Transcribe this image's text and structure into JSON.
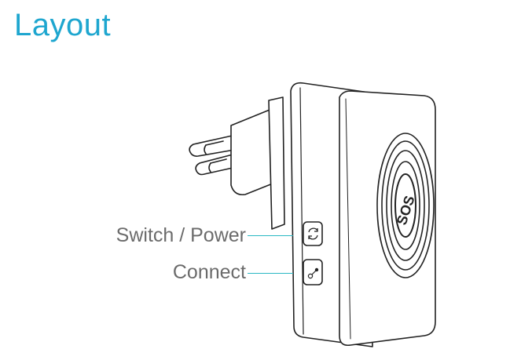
{
  "title": "Layout",
  "colors": {
    "title": "#1ea6cf",
    "leader_line": "#2bb8c4",
    "callout_text": "#6b6b6b",
    "outline": "#222222"
  },
  "callouts": {
    "switch_power": "Switch / Power",
    "connect": "Connect"
  },
  "device": {
    "button_label": "SOS",
    "icons": [
      "refresh-icon",
      "pair-icon"
    ]
  }
}
